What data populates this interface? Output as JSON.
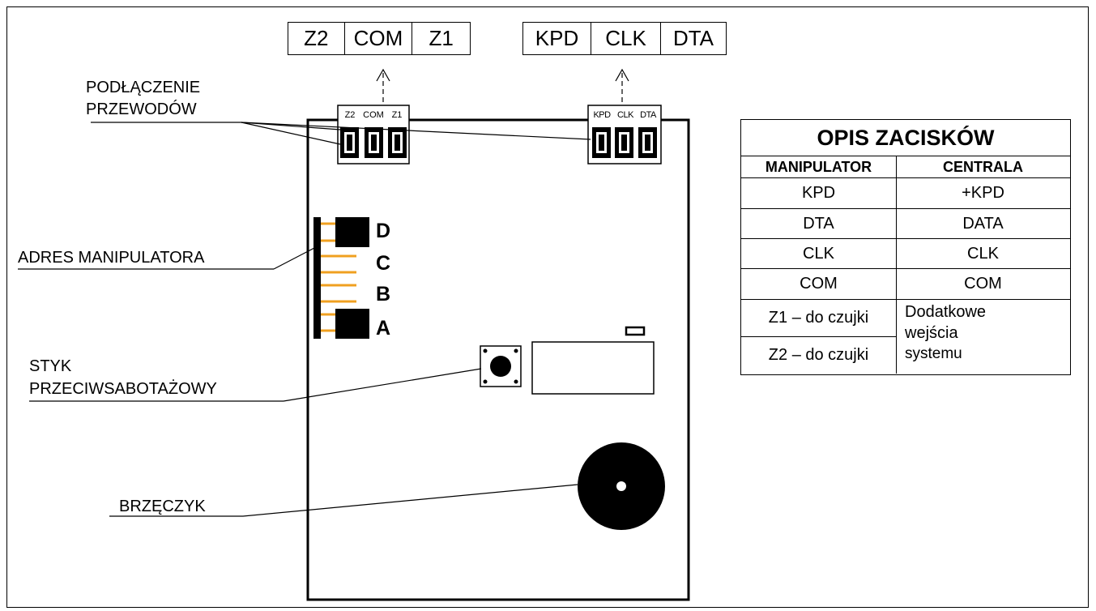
{
  "top_terminals": {
    "left": [
      "Z2",
      "COM",
      "Z1"
    ],
    "right": [
      "KPD",
      "CLK",
      "DTA"
    ]
  },
  "board_terminals": {
    "left": [
      "Z2",
      "COM",
      "Z1"
    ],
    "right": [
      "KPD",
      "CLK",
      "DTA"
    ]
  },
  "labels": {
    "wire_connection_line1": "PODŁĄCZENIE",
    "wire_connection_line2": "PRZEWODÓW",
    "keypad_address": "ADRES MANIPULATORA",
    "tamper_line1": "STYK",
    "tamper_line2": "PRZECIWSABOTAŻOWY",
    "buzzer": "BRZĘCZYK"
  },
  "address_jumpers": [
    "D",
    "C",
    "B",
    "A"
  ],
  "terminal_description": {
    "title": "OPIS ZACISKÓW",
    "headers": [
      "MANIPULATOR",
      "CENTRALA"
    ],
    "rows": [
      [
        "KPD",
        "+KPD"
      ],
      [
        "DTA",
        "DATA"
      ],
      [
        "CLK",
        "CLK"
      ],
      [
        "COM",
        "COM"
      ]
    ],
    "zone_rows": [
      "Z1 – do czujki",
      "Z2 – do czujki"
    ],
    "zone_description_lines": [
      "Dodatkowe",
      "wejścia",
      "systemu"
    ]
  },
  "colors": {
    "jumper_pin": "#f0a020",
    "line": "#000000"
  }
}
